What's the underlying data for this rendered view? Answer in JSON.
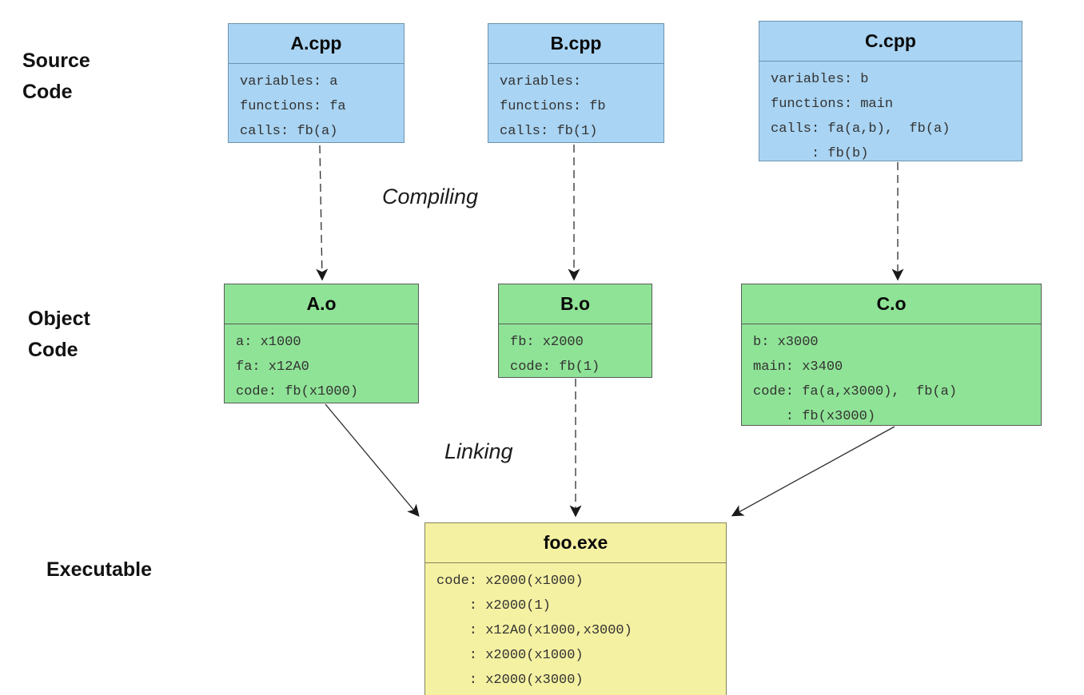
{
  "labels": {
    "source": [
      "Source",
      "Code"
    ],
    "object": [
      "Object",
      "Code"
    ],
    "executable": "Executable",
    "compiling": "Compiling",
    "linking": "Linking"
  },
  "boxes": {
    "a_cpp": {
      "title": "A.cpp",
      "lines": [
        "variables: a",
        "functions: fa",
        "calls: fb(a)"
      ]
    },
    "b_cpp": {
      "title": "B.cpp",
      "lines": [
        "variables:",
        "functions: fb",
        "calls: fb(1)"
      ]
    },
    "c_cpp": {
      "title": "C.cpp",
      "lines": [
        "variables: b",
        "functions: main",
        "calls: fa(a,b),  fb(a)",
        "     : fb(b)"
      ]
    },
    "a_o": {
      "title": "A.o",
      "lines": [
        "a: x1000",
        "fa: x12A0",
        "code: fb(x1000)"
      ]
    },
    "b_o": {
      "title": "B.o",
      "lines": [
        "fb: x2000",
        "code: fb(1)"
      ]
    },
    "c_o": {
      "title": "C.o",
      "lines": [
        "b: x3000",
        "main: x3400",
        "code: fa(a,x3000),  fb(a)",
        "    : fb(x3000)"
      ]
    },
    "foo_exe": {
      "title": "foo.exe",
      "lines": [
        "code: x2000(x1000)",
        "    : x2000(1)",
        "    : x12A0(x1000,x3000)",
        "    : x2000(x1000)",
        "    : x2000(x3000)"
      ]
    }
  },
  "colors": {
    "source-fill": "#a9d4f3",
    "source-border": "#6f94ad",
    "object-fill": "#8fe396",
    "object-border": "#5a5a5a",
    "exe-fill": "#f5f1a2",
    "exe-border": "#84845c",
    "arrow": "#2e2e2e",
    "code-text": "#333333",
    "label-text": "#111111"
  }
}
